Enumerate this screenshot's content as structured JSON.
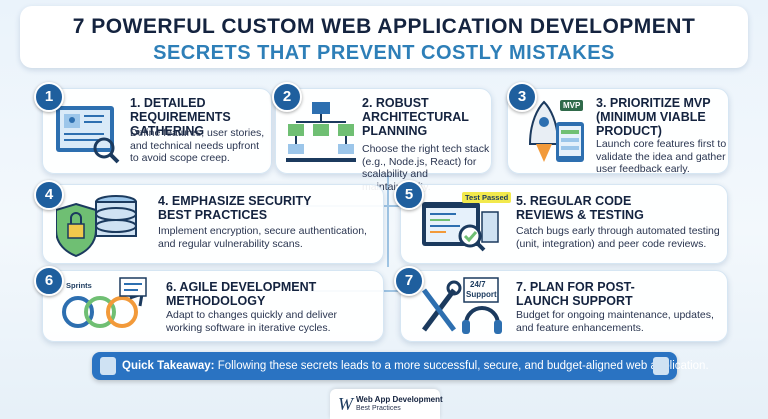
{
  "header": {
    "line1": "7 POWERFUL CUSTOM WEB APPLICATION DEVELOPMENT",
    "line2": "SECRETS THAT PREVENT COSTLY MISTAKES"
  },
  "cards": [
    {
      "number": "1",
      "title": "1. Detailed Requirements Gathering",
      "description": "Define features, user stories, and technical needs upfront to avoid scope creep.",
      "icon": "blueprint-icon"
    },
    {
      "number": "2",
      "title": "2. Robust Architectural Planning",
      "description": "Choose the right tech stack (e.g., Node.js, React) for scalability and maintainability.",
      "icon": "architecture-diagram-icon"
    },
    {
      "number": "3",
      "title": "3. Prioritize MVP (Minimum Viable Product)",
      "description": "Launch core features first to validate the idea and gather user feedback early.",
      "icon": "rocket-mvp-icon",
      "tag": "MVP"
    },
    {
      "number": "4",
      "title": "4. Emphasize Security Best Practices",
      "description": "Implement encryption, secure authentication, and regular vulnerability scans.",
      "icon": "security-shield-icon"
    },
    {
      "number": "5",
      "title": "5. Regular Code Reviews & Testing",
      "description": "Catch bugs early through automated testing (unit, integration) and peer code reviews.",
      "icon": "code-review-icon",
      "tag": "Test Passed"
    },
    {
      "number": "6",
      "title": "6. Agile Development Methodology",
      "description": "Adapt to changes quickly and deliver working software in iterative cycles.",
      "icon": "agile-sprint-icon",
      "tag": "Sprints"
    },
    {
      "number": "7",
      "title": "7. Plan for Post-Launch Support",
      "description": "Budget for ongoing maintenance, updates, and feature enhancements.",
      "icon": "support-tools-icon",
      "tag_top": "24/7",
      "tag_bottom": "Support"
    }
  ],
  "takeaway": {
    "label": "Quick Takeaway:",
    "text": "Following these secrets leads to a more successful, secure, and budget-aligned web application."
  },
  "footer": {
    "logo_letter": "W",
    "line1": "Web App Development",
    "line2": "Best Practices"
  },
  "colors": {
    "accent": "#2e7fb8",
    "badge": "#1f5f9e",
    "takeaway_bg": "#2a73c2",
    "title_text": "#14233f"
  }
}
